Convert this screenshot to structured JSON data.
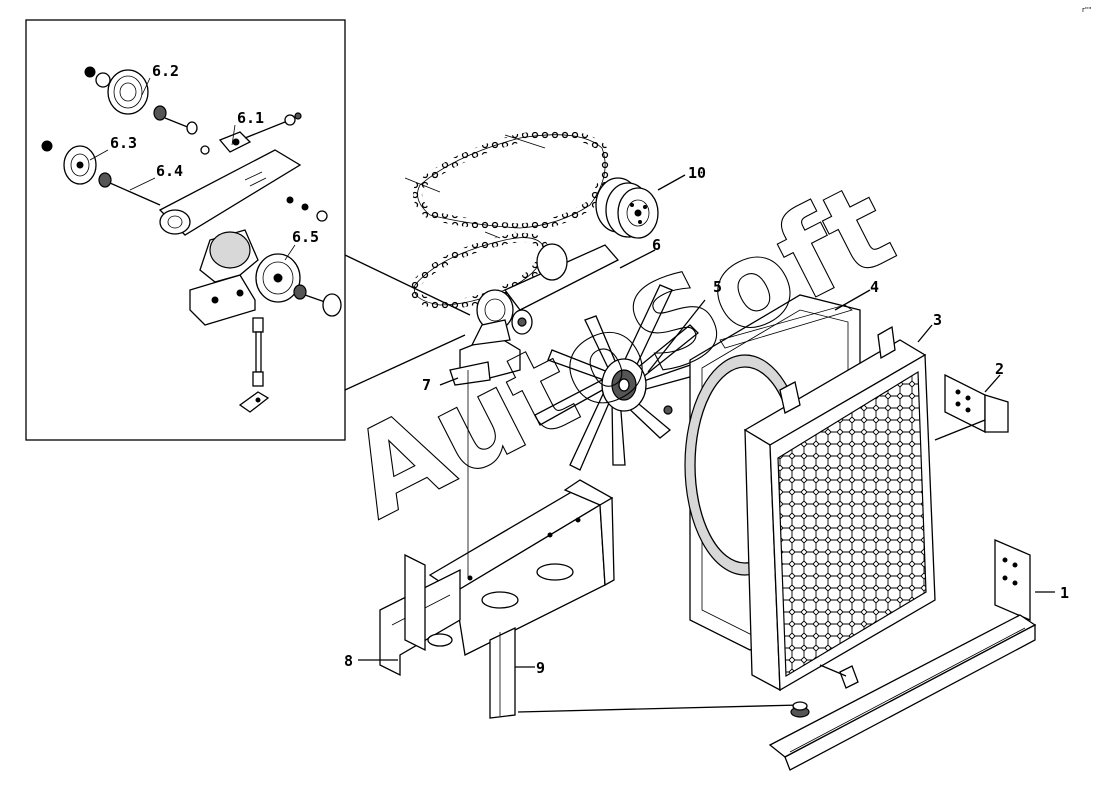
{
  "watermark": "AutoSoft",
  "corner_mark": "r\"\"",
  "labels": {
    "l1": "1",
    "l2": "2",
    "l3": "3",
    "l4": "4",
    "l5": "5",
    "l6": "6",
    "l7": "7",
    "l8": "8",
    "l9": "9",
    "l10": "10",
    "l6_1": "6.1",
    "l6_2": "6.2",
    "l6_3": "6.3",
    "l6_4": "6.4",
    "l6_5": "6.5"
  }
}
